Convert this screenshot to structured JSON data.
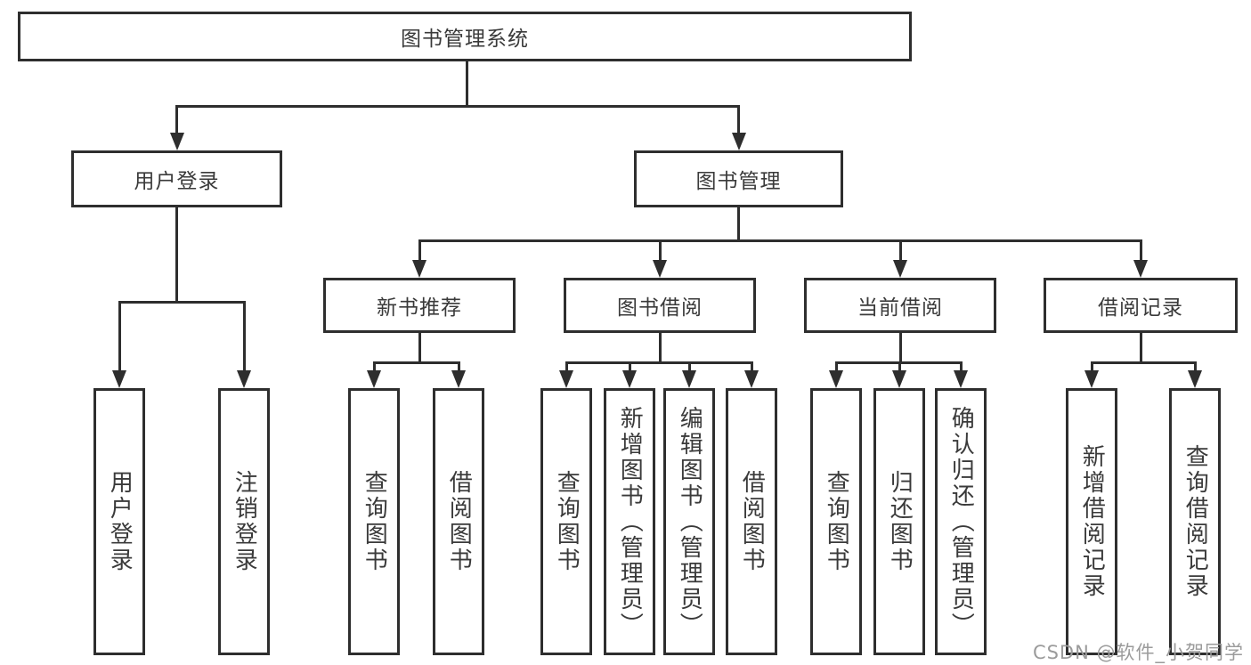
{
  "diagram": {
    "root": {
      "label": "图书管理系统"
    },
    "level2": [
      {
        "label": "用户登录"
      },
      {
        "label": "图书管理"
      }
    ],
    "level3": [
      {
        "label": "新书推荐"
      },
      {
        "label": "图书借阅"
      },
      {
        "label": "当前借阅"
      },
      {
        "label": "借阅记录"
      }
    ],
    "leaves": {
      "user_login": [
        {
          "label": "用户登录"
        },
        {
          "label": "注销登录"
        }
      ],
      "new_book_recommend": [
        {
          "label": "查询图书"
        },
        {
          "label": "借阅图书"
        }
      ],
      "book_borrow": [
        {
          "label": "查询图书"
        },
        {
          "label": "新增图书（管理员）"
        },
        {
          "label": "编辑图书（管理员）"
        },
        {
          "label": "借阅图书"
        }
      ],
      "current_borrow": [
        {
          "label": "查询图书"
        },
        {
          "label": "归还图书"
        },
        {
          "label": "确认归还（管理员）"
        }
      ],
      "borrow_records": [
        {
          "label": "新增借阅记录"
        },
        {
          "label": "查询借阅记录"
        }
      ]
    },
    "colors": {
      "line": "#2e2e2e",
      "box_border": "#2e2e2e",
      "text": "#3a3a3a",
      "watermark": "#9b9b9b",
      "background": "#ffffff"
    }
  },
  "watermark": {
    "text": "CSDN @软件_小贺同学"
  }
}
